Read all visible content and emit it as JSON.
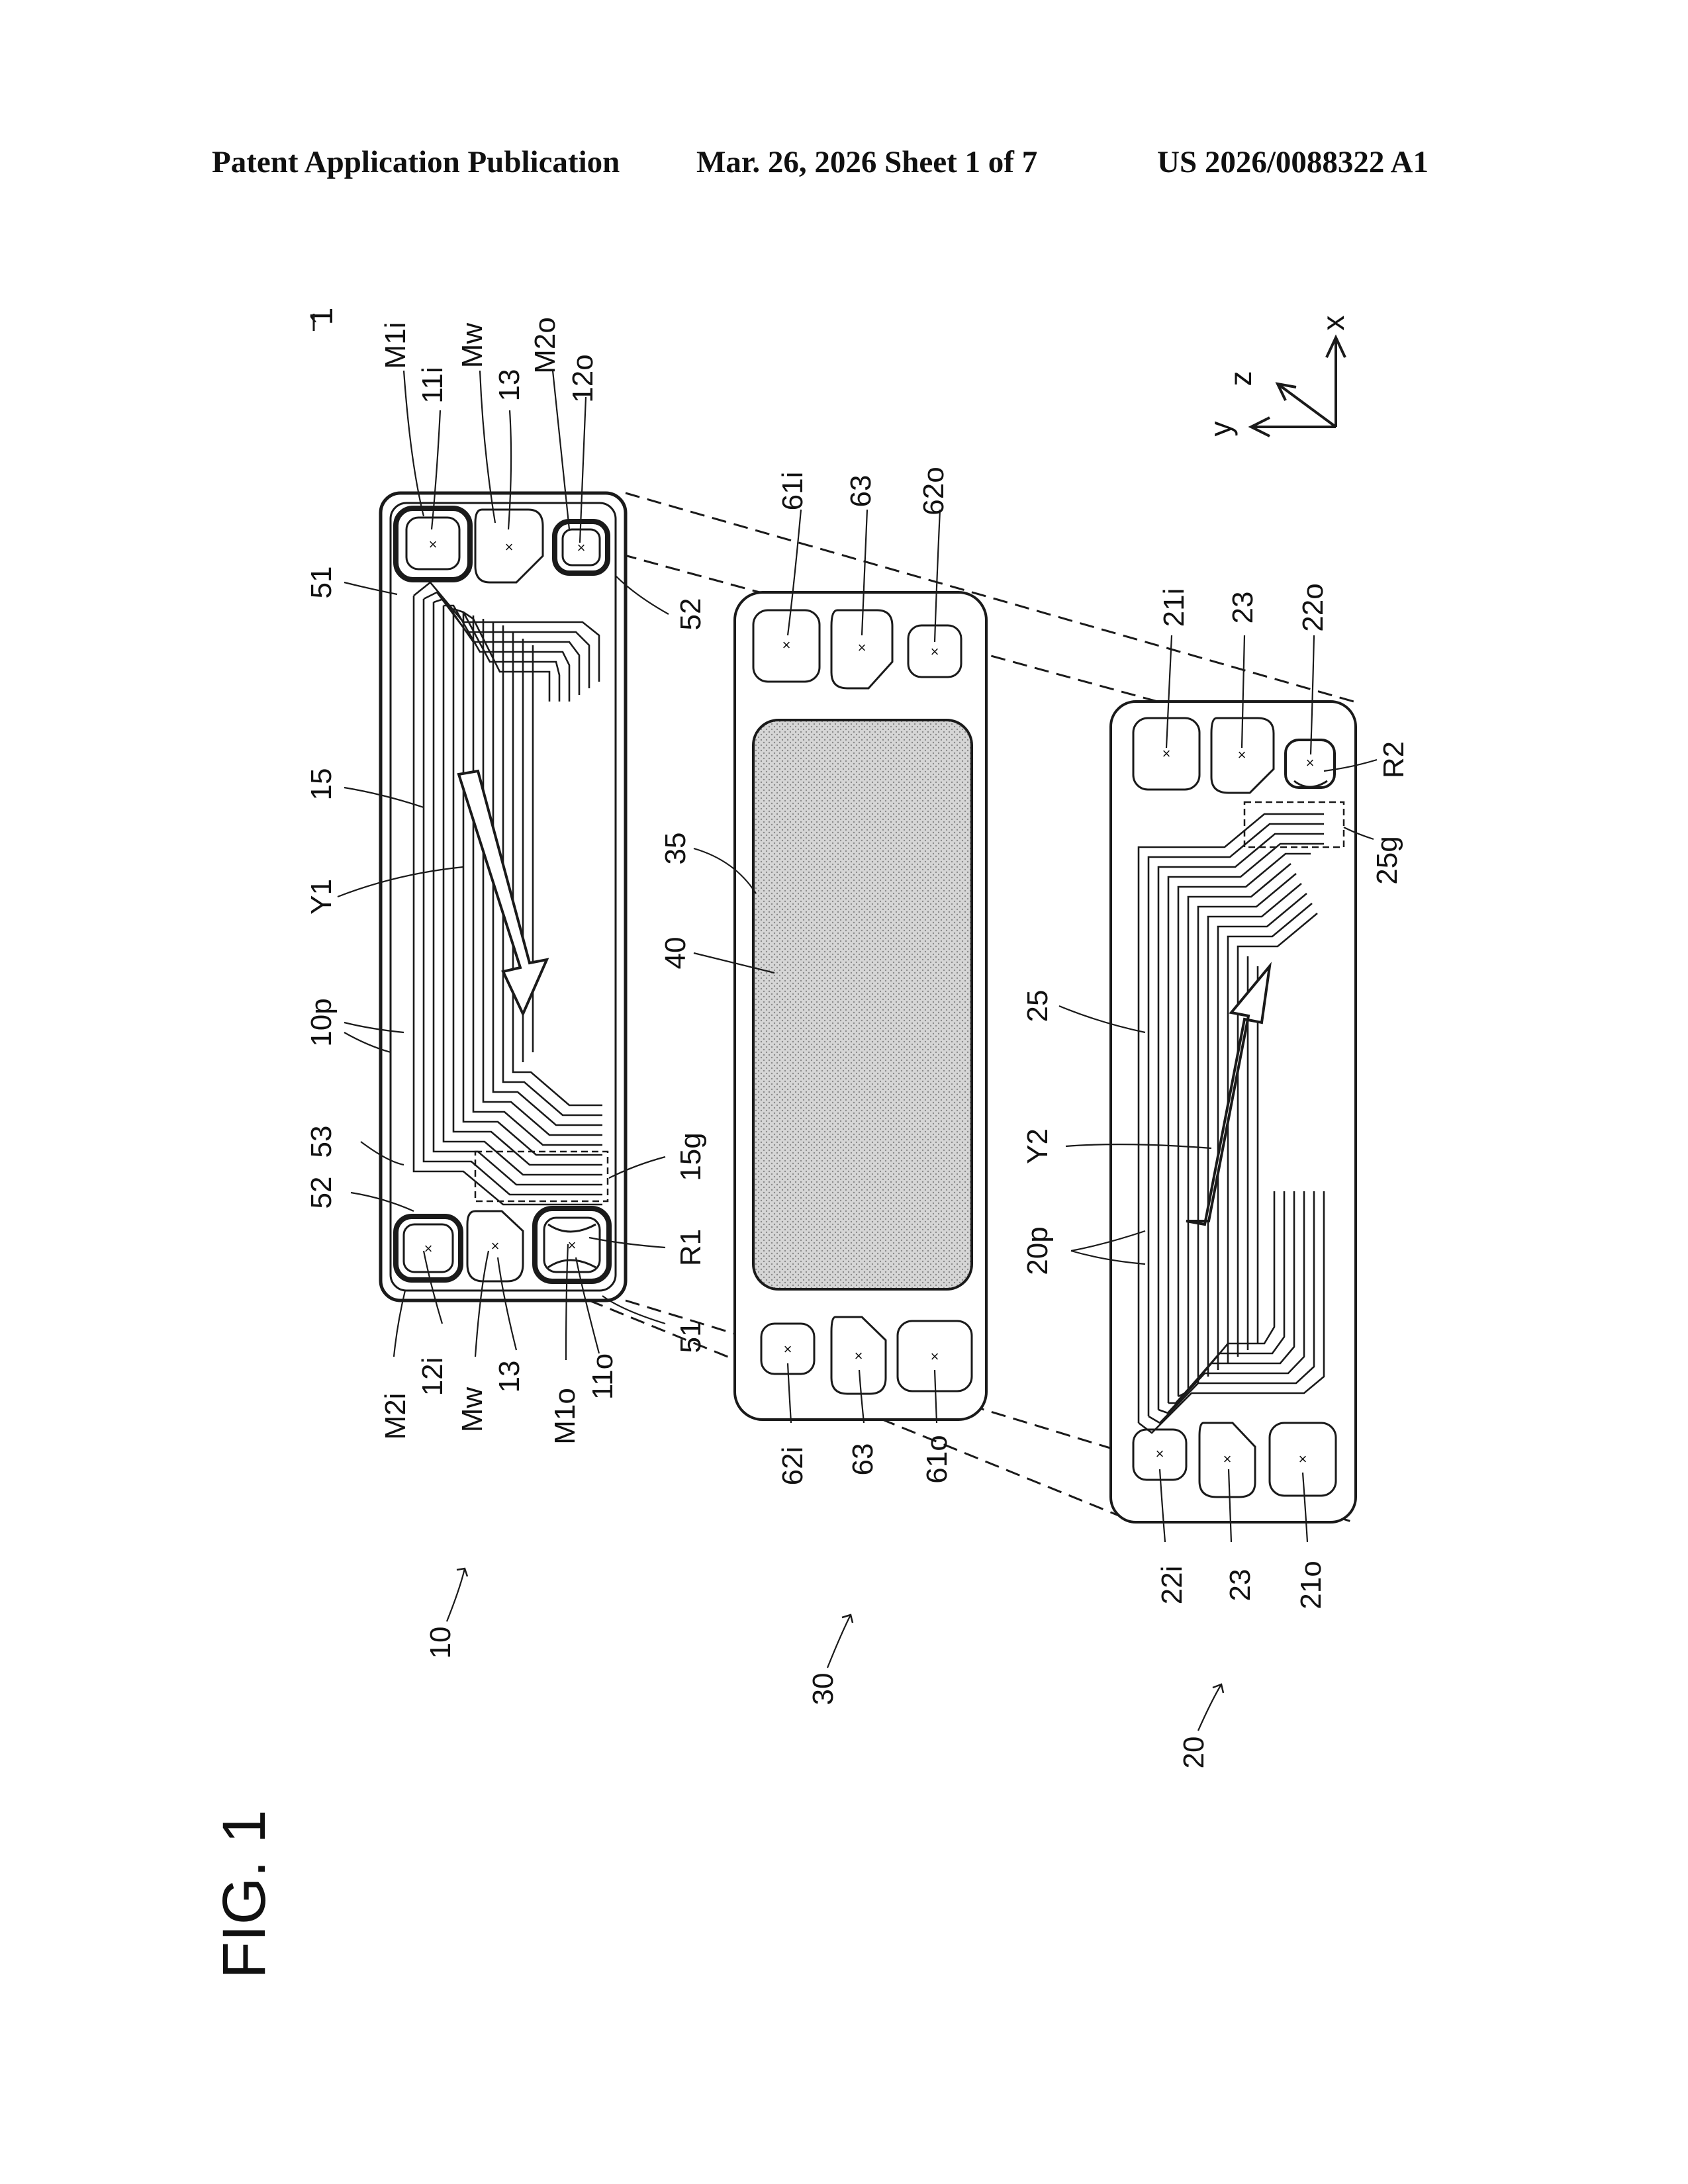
{
  "header": {
    "left": "Patent Application Publication",
    "middle": "Mar. 26, 2026  Sheet 1 of 7",
    "right": "US 2026/0088322 A1"
  },
  "figure": {
    "title": "FIG. 1",
    "assembly_ref": "1",
    "axes": {
      "x": "x",
      "y": "y",
      "z": "z"
    },
    "plate_10": {
      "ref": "10",
      "top_labels": [
        "51",
        "15",
        "Y1",
        "10p",
        "53",
        "52"
      ],
      "right_top_labels": [
        "M1i",
        "11i",
        "Mw",
        "13",
        "M2o",
        "12o"
      ],
      "right_lower_labels": [
        "52",
        "15g",
        "R1",
        "51"
      ],
      "bottom_labels": [
        "M2i",
        "12i",
        "Mw",
        "13",
        "M1o",
        "11o"
      ]
    },
    "plate_30": {
      "ref": "30",
      "top_labels": [
        "61i",
        "63",
        "62o"
      ],
      "inner_labels": [
        "35",
        "40"
      ],
      "bottom_labels": [
        "62i",
        "63",
        "61o"
      ]
    },
    "plate_20": {
      "ref": "20",
      "top_labels": [
        "21i",
        "23",
        "22o"
      ],
      "side_labels": [
        "R2",
        "25g",
        "25",
        "Y2",
        "20p"
      ],
      "bottom_labels": [
        "22i",
        "23",
        "21o"
      ]
    },
    "colors": {
      "line": "#1a1a1a",
      "membrane_fill": "#cfcfcf"
    }
  }
}
